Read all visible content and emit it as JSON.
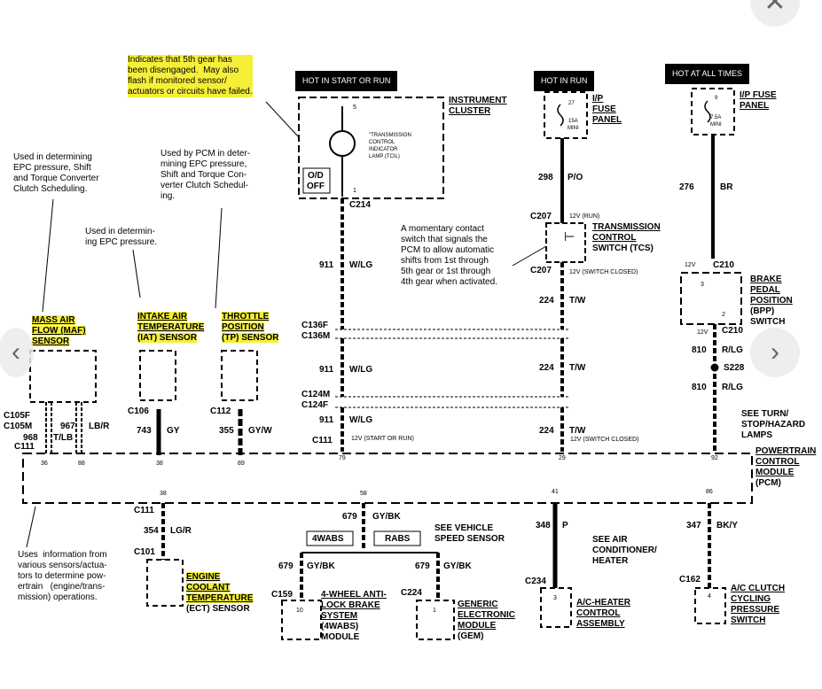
{
  "notes": {
    "top": "Indicates that 5th gear has\nbeen disengaged.  May also\nflash if monitored sensor/\nactuators or circuits have failed.",
    "maf": "Used in determining\nEPC pressure, Shift\nand Torque Converter\nClutch Scheduling.",
    "iat": "Used in determin-\ning EPC pressure.",
    "tp": "Used by PCM in deter-\nmining EPC pressure,\nShift and Torque Con-\nverter Clutch Schedul-\ning.",
    "tcs": "A momentary contact\nswitch that signals the\nPCM to allow automatic\nshifts from 1st through\n5th gear or 1st through\n4th gear when activated.",
    "pcm": "Uses  information from\nvarious sensors/actua-\ntors to determine pow-\nertrain   (engine/trans-\nmission) operations."
  },
  "headers": {
    "start_run": "HOT IN START OR RUN",
    "run": "HOT IN RUN",
    "all_times": "HOT AT ALL TIMES"
  },
  "components": {
    "instrument_cluster": [
      "INSTRUMENT",
      "CLUSTER"
    ],
    "tcil": [
      "\"TRANSMISSION",
      "CONTROL",
      "INDICATOR",
      "LAMP (TCIL)"
    ],
    "od_off": [
      "O/D",
      "OFF"
    ],
    "ip_fuse_1": [
      "I/P",
      "FUSE",
      "PANEL"
    ],
    "ip_fuse_2": [
      "I/P FUSE",
      "PANEL"
    ],
    "fuse_1": [
      "27",
      "15A",
      "MINI"
    ],
    "fuse_2": [
      "9",
      "7.5A",
      "MINI"
    ],
    "tcs": [
      "TRANSMISSION",
      "CONTROL",
      "SWITCH (TCS)"
    ],
    "bpp": [
      "BRAKE",
      "PEDAL",
      "POSITION",
      "(BPP)",
      "SWITCH"
    ],
    "maf": [
      "MASS AIR",
      "FLOW (MAF)",
      "SENSOR"
    ],
    "iat": [
      "INTAKE AIR",
      "TEMPERATURE",
      "(IAT) SENSOR"
    ],
    "tp": [
      "THROTTLE",
      "POSITION",
      "(TP) SENSOR"
    ],
    "pcm": [
      "POWERTRAIN",
      "CONTROL",
      "MODULE",
      "(PCM)"
    ],
    "turn": [
      "SEE TURN/",
      "STOP/HAZARD",
      "LAMPS"
    ],
    "ect": [
      "ENGINE",
      "COOLANT",
      "TEMPERATURE",
      "(ECT) SENSOR"
    ],
    "wabs_box": "4WABS",
    "rabs_box": "RABS",
    "vss": [
      "SEE VEHICLE",
      "SPEED SENSOR"
    ],
    "wabs": [
      "4-WHEEL ANTI-",
      "LOCK BRAKE",
      "SYSTEM",
      "(4WABS)",
      "MODULE"
    ],
    "gem": [
      "GENERIC",
      "ELECTRONIC",
      "MODULE",
      "(GEM)"
    ],
    "ac_see": [
      "SEE AIR",
      "CONDITIONER/",
      "HEATER"
    ],
    "ac_heater": [
      "A/C-HEATER",
      "CONTROL",
      "ASSEMBLY"
    ],
    "ac_clutch": [
      "A/C CLUTCH",
      "CYCLING",
      "PRESSURE",
      "SWITCH"
    ]
  },
  "connectors": {
    "c214": "C214",
    "c207a": "C207",
    "c207b": "C207",
    "c210a": "C210",
    "c210b": "C210",
    "c136f": "C136F",
    "c136m": "C136M",
    "c124m": "C124M",
    "c124f": "C124F",
    "c111a": "C111",
    "c105f": "C105F",
    "c105m": "C105M",
    "c111b": "C111",
    "c106": "C106",
    "c112": "C112",
    "c111c": "C111",
    "c101": "C101",
    "c159": "C159",
    "c224": "C224",
    "c234": "C234",
    "c162": "C162",
    "s228": "S228"
  },
  "wires": {
    "w298": [
      "298",
      "P/O"
    ],
    "w276": [
      "276",
      "BR"
    ],
    "w911a": [
      "911",
      "W/LG"
    ],
    "w911b": [
      "911",
      "W/LG"
    ],
    "w911c": [
      "911",
      "W/LG"
    ],
    "w224a": [
      "224",
      "T/W"
    ],
    "w224b": [
      "224",
      "T/W"
    ],
    "w224c": [
      "224",
      "T/W"
    ],
    "w810a": [
      "810",
      "R/LG"
    ],
    "w810b": [
      "810",
      "R/LG"
    ],
    "w743": [
      "743",
      "GY"
    ],
    "w355": [
      "355",
      "GY/W"
    ],
    "w967": [
      "967",
      "LB/R"
    ],
    "w968": [
      "968",
      "T/LB"
    ],
    "w354": [
      "354",
      "LG/R"
    ],
    "w679a": [
      "679",
      "GY/BK"
    ],
    "w679b": [
      "679",
      "GY/BK"
    ],
    "w679c": [
      "679",
      "GY/BK"
    ],
    "w348": [
      "348",
      "P"
    ],
    "w347": [
      "347",
      "BK/Y"
    ]
  },
  "annotations": {
    "v12_run": "12V (RUN)",
    "v12_sw_closed": "12V (SWITCH CLOSED)",
    "v12_start_run": "12V (START OR RUN)",
    "v12_sw_closed2": "12V (SWITCH CLOSED)",
    "v12_a": "12V",
    "v12_b": "12V"
  },
  "pins": {
    "p36": "36",
    "p88": "88",
    "p38a": "38",
    "p89": "89",
    "p79": "79",
    "p29": "29",
    "p92": "92",
    "p38b": "38",
    "p58": "58",
    "p41": "41",
    "p86": "86",
    "p5": "5",
    "p1": "1",
    "p3": "3",
    "p2": "2",
    "p10": "10",
    "p1b": "1",
    "p3b": "3",
    "p4": "4"
  },
  "ui": {
    "close_glyph": "✕",
    "next_glyph": "›"
  },
  "colors": {
    "highlight": "#f6ef3a",
    "header_bg": "#000000",
    "ink": "#000000"
  }
}
